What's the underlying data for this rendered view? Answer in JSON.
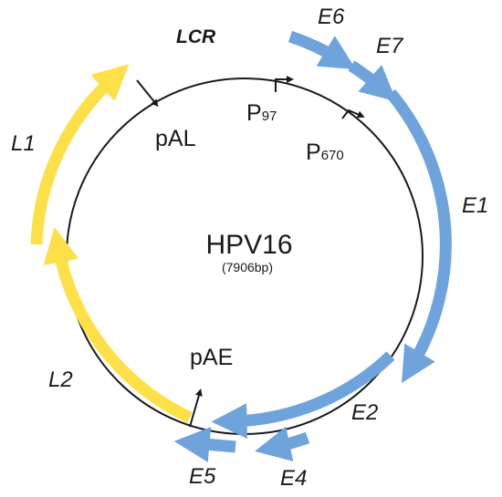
{
  "genome": {
    "name": "HPV16",
    "size": "(7906bp)"
  },
  "colors": {
    "early": "#6fa3dc",
    "late": "#fde047",
    "line": "#1a1a1a"
  },
  "region_label": "LCR",
  "genes": {
    "E6": "E6",
    "E7": "E7",
    "E1": "E1",
    "E2": "E2",
    "E4": "E4",
    "E5": "E5",
    "L2": "L2",
    "L1": "L1"
  },
  "promoters": {
    "p97": {
      "letter": "P",
      "sub": "97"
    },
    "p670": {
      "letter": "P",
      "sub": "670"
    }
  },
  "polya": {
    "pAL": "pAL",
    "pAE": "pAE"
  }
}
